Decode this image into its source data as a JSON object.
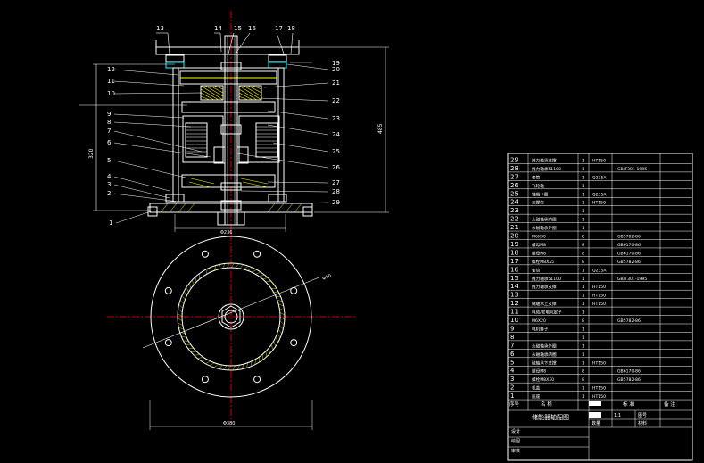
{
  "drawing": {
    "title": "储能器轴配图",
    "scale": "1:1",
    "title_block": {
      "drawing_label": "图号",
      "material_label": "材料",
      "quantity_label": "数量",
      "design_label": "设计",
      "drafting_label": "绘图",
      "review_label": "审核"
    },
    "table_header": {
      "seq": "序号",
      "name": "名 称",
      "standard": "标 准",
      "remark": "备 注"
    },
    "bom": [
      {
        "no": "29",
        "name": "推力轴承支撑",
        "qty": "1",
        "mat": "HT150",
        "std": ""
      },
      {
        "no": "28",
        "name": "推力轴承51100",
        "qty": "1",
        "mat": "",
        "std": "GB/T301-1995"
      },
      {
        "no": "27",
        "name": "套筒",
        "qty": "1",
        "mat": "Q235A",
        "std": ""
      },
      {
        "no": "26",
        "name": "飞轮轴",
        "qty": "1",
        "mat": "",
        "std": ""
      },
      {
        "no": "25",
        "name": "轴端卡圈",
        "qty": "1",
        "mat": "Q235A",
        "std": ""
      },
      {
        "no": "24",
        "name": "支撑架",
        "qty": "1",
        "mat": "HT150",
        "std": ""
      },
      {
        "no": "23",
        "name": "",
        "qty": "1",
        "mat": "",
        "std": ""
      },
      {
        "no": "22",
        "name": "永磁轴承内圈",
        "qty": "1",
        "mat": "",
        "std": ""
      },
      {
        "no": "21",
        "name": "永磁轴承外圈",
        "qty": "1",
        "mat": "",
        "std": ""
      },
      {
        "no": "20",
        "name": "M6X30",
        "qty": "8",
        "mat": "",
        "std": "GB5782-86"
      },
      {
        "no": "19",
        "name": "螺母M8",
        "qty": "8",
        "mat": "",
        "std": "GB6170-86"
      },
      {
        "no": "18",
        "name": "螺母M8",
        "qty": "8",
        "mat": "",
        "std": "GB6170-86"
      },
      {
        "no": "17",
        "name": "螺栓M8X25",
        "qty": "8",
        "mat": "",
        "std": "GB5782-86"
      },
      {
        "no": "16",
        "name": "套筒",
        "qty": "1",
        "mat": "Q235A",
        "std": ""
      },
      {
        "no": "15",
        "name": "推力轴承51100",
        "qty": "1",
        "mat": "",
        "std": "GB/T301-1995"
      },
      {
        "no": "14",
        "name": "推力轴承支撑",
        "qty": "1",
        "mat": "HT150",
        "std": ""
      },
      {
        "no": "13",
        "name": "",
        "qty": "1",
        "mat": "HT150",
        "std": ""
      },
      {
        "no": "12",
        "name": "磁轴承上支撑",
        "qty": "1",
        "mat": "HT150",
        "std": ""
      },
      {
        "no": "11",
        "name": "电动/发电机定子",
        "qty": "1",
        "mat": "",
        "std": ""
      },
      {
        "no": "10",
        "name": "M6X20",
        "qty": "8",
        "mat": "",
        "std": "GB5782-86"
      },
      {
        "no": "9",
        "name": "电机转子",
        "qty": "1",
        "mat": "",
        "std": ""
      },
      {
        "no": "8",
        "name": "",
        "qty": "1",
        "mat": "",
        "std": ""
      },
      {
        "no": "7",
        "name": "永磁轴承外圈",
        "qty": "1",
        "mat": "",
        "std": ""
      },
      {
        "no": "6",
        "name": "永磁轴承内圈",
        "qty": "1",
        "mat": "",
        "std": ""
      },
      {
        "no": "5",
        "name": "磁轴承下支撑",
        "qty": "1",
        "mat": "HT150",
        "std": ""
      },
      {
        "no": "4",
        "name": "螺母M8",
        "qty": "8",
        "mat": "",
        "std": "GB6170-86"
      },
      {
        "no": "3",
        "name": "螺栓M8X30",
        "qty": "8",
        "mat": "",
        "std": "GB5782-86"
      },
      {
        "no": "2",
        "name": "机盖",
        "qty": "1",
        "mat": "HT150",
        "std": ""
      },
      {
        "no": "1",
        "name": "底座",
        "qty": "1",
        "mat": "HT150",
        "std": ""
      }
    ],
    "left_callouts": [
      "12",
      "11",
      "10",
      "9",
      "8",
      "7",
      "6",
      "5",
      "4",
      "3",
      "2",
      "1"
    ],
    "right_callouts": [
      "20",
      "21",
      "22",
      "23",
      "24",
      "25",
      "26",
      "27",
      "28",
      "29"
    ],
    "top_callouts": [
      "13",
      "14",
      "15",
      "16",
      "17",
      "18",
      "19"
    ],
    "dims": {
      "height_overall": "485",
      "height_left": "320",
      "width_bottom": "Φ236",
      "width_plan": "Φ380",
      "plan_dim": "Φ90"
    },
    "colors": {
      "background": "#000000",
      "line_white": "#ffffff",
      "line_yellow": "#ffff00",
      "line_red": "#ff0000",
      "line_green": "#00ff00",
      "line_cyan": "#00ffff",
      "line_magenta": "#ff00ff"
    }
  }
}
